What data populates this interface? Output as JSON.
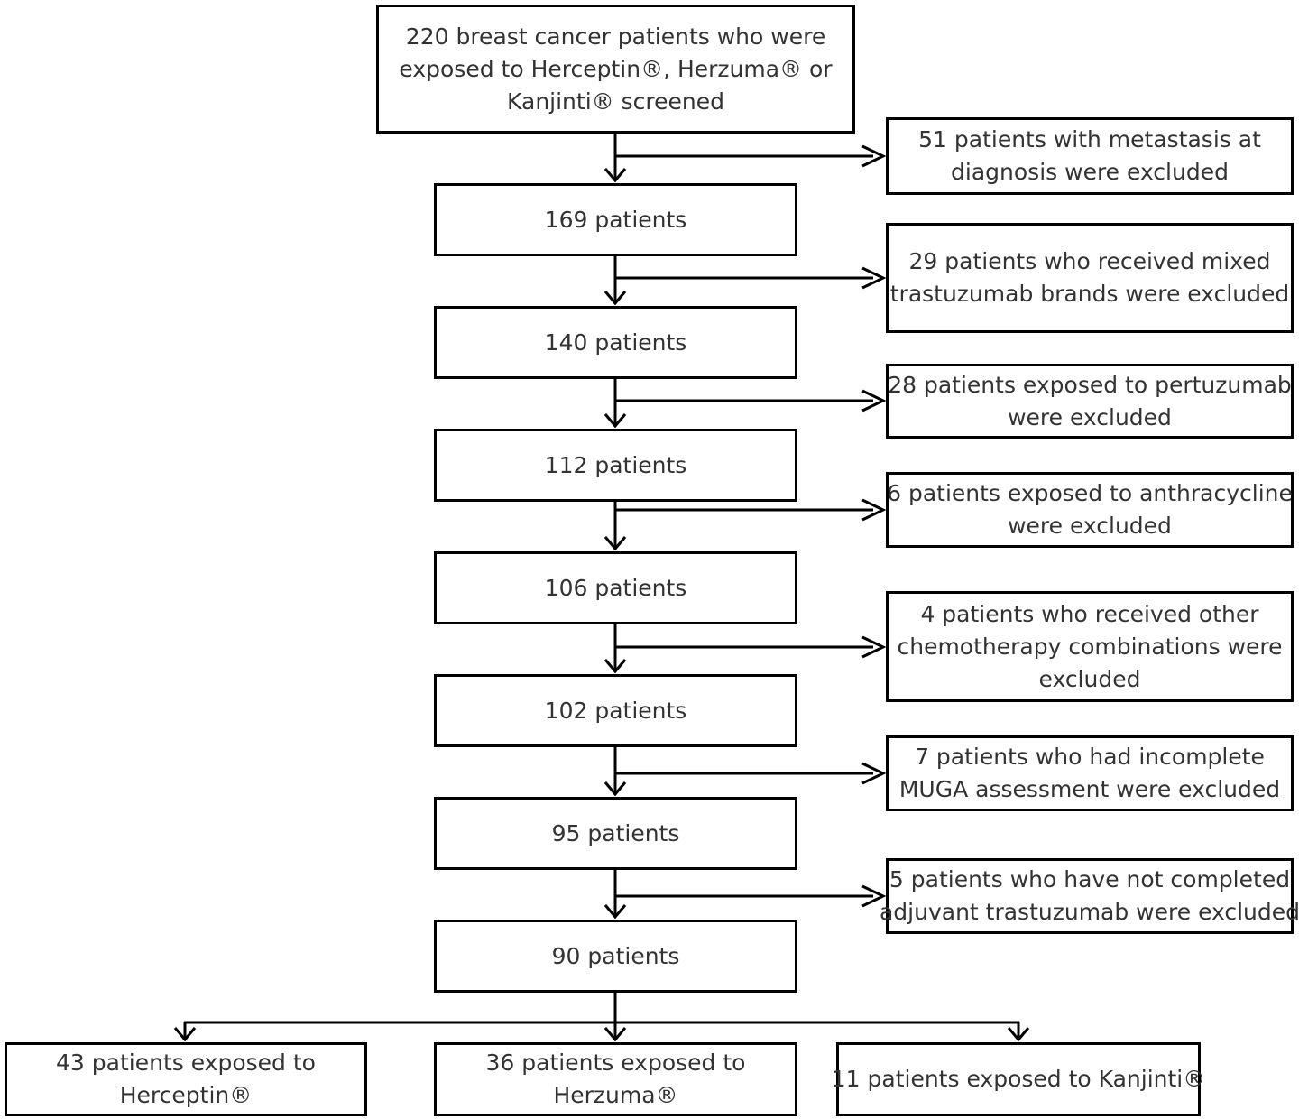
{
  "diagram": {
    "screened": {
      "lines": [
        "220 breast cancer patients who were",
        "exposed to Herceptin®, Herzuma® or",
        "Kanjinti® screened"
      ]
    },
    "flow_boxes": [
      "169 patients",
      "140 patients",
      "112 patients",
      "106 patients",
      "102 patients",
      "95 patients",
      "90 patients"
    ],
    "exclusions": [
      {
        "lines": [
          "51 patients with metastasis at",
          "diagnosis were excluded"
        ]
      },
      {
        "lines": [
          "29 patients who received mixed",
          "trastuzumab brands were excluded"
        ]
      },
      {
        "lines": [
          "28 patients exposed to pertuzumab",
          "were excluded"
        ]
      },
      {
        "lines": [
          "6 patients exposed to anthracycline",
          "were excluded"
        ]
      },
      {
        "lines": [
          "4 patients who received other",
          "chemotherapy combinations were",
          "excluded"
        ]
      },
      {
        "lines": [
          "7 patients who had incomplete",
          "MUGA assessment were excluded"
        ]
      },
      {
        "lines": [
          "5 patients who have not completed",
          "adjuvant trastuzumab were excluded"
        ]
      }
    ],
    "outcomes": [
      {
        "lines": [
          "43 patients exposed to",
          "Herceptin®"
        ]
      },
      {
        "lines": [
          "36 patients exposed to",
          "Herzuma®"
        ]
      },
      {
        "lines": [
          "11 patients exposed to Kanjinti®"
        ]
      }
    ],
    "colors": {
      "line": "#000000",
      "text": "#333333",
      "background": "#ffffff"
    }
  }
}
